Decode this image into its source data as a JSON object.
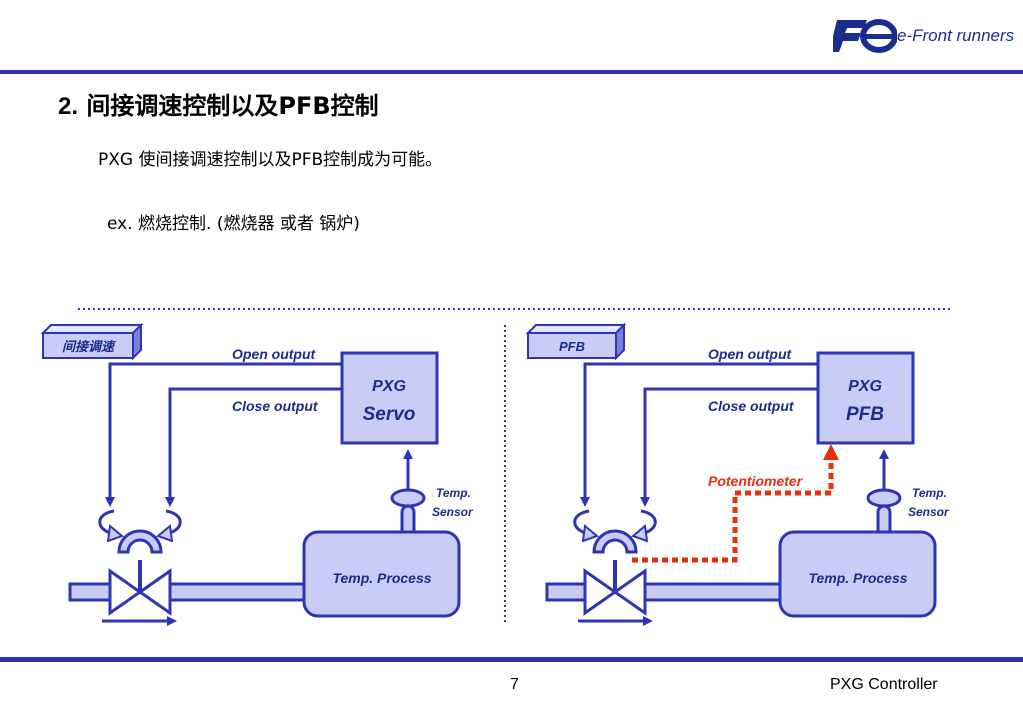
{
  "header": {
    "logo_icon": "fe-logo-icon",
    "logo_text": "e-Front runners"
  },
  "slide": {
    "title_num": "2.",
    "title_text": "间接调速控制以及PFB控制",
    "line1": "PXG 使间接调速控制以及PFB控制成为可能。",
    "line2": "ex. 燃烧控制.  (燃烧器 或者 锅炉)"
  },
  "diagram_left": {
    "tag": "间接调速",
    "open_output": "Open output",
    "close_output": "Close output",
    "controller_line1": "PXG",
    "controller_line2": "Servo",
    "sensor_line1": "Temp.",
    "sensor_line2": "Sensor",
    "process": "Temp. Process"
  },
  "diagram_right": {
    "tag": "PFB",
    "open_output": "Open output",
    "close_output": "Close output",
    "controller_line1": "PXG",
    "controller_line2": "PFB",
    "potentiometer": "Potentiometer",
    "sensor_line1": "Temp.",
    "sensor_line2": "Sensor",
    "process": "Temp. Process"
  },
  "colors": {
    "accent": "#2e35b5",
    "fill": "#c9ccf4",
    "potentiometer": "#e8300e"
  },
  "footer": {
    "page": "7",
    "title": "PXG Controller"
  }
}
